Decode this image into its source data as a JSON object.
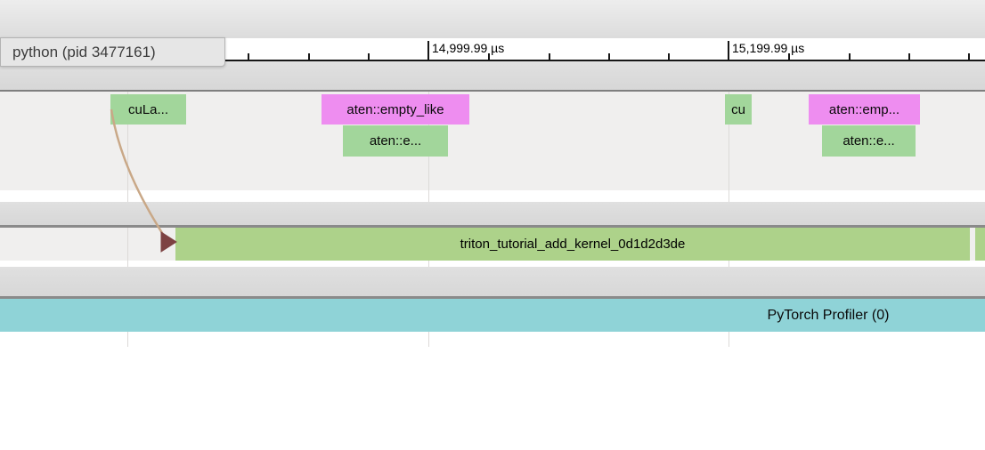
{
  "process_tab": {
    "label": "python (pid 3477161)"
  },
  "ruler": {
    "unit": "µs",
    "major_labels": [
      {
        "text": "14,999.99 µs"
      },
      {
        "text": "15,199.99 µs"
      }
    ]
  },
  "python_track": {
    "slices": [
      {
        "label": "cuLa...",
        "color": "#a2d69b"
      },
      {
        "label": "aten::empty_like",
        "color": "#ee8df0"
      },
      {
        "label": "aten::e...",
        "color": "#a2d69b"
      },
      {
        "label": "cu",
        "color": "#a2d69b"
      },
      {
        "label": "aten::emp...",
        "color": "#ee8df0"
      },
      {
        "label": "aten::e...",
        "color": "#a2d69b"
      }
    ]
  },
  "kernel_track": {
    "slices": [
      {
        "label": "triton_tutorial_add_kernel_0d1d2d3de",
        "color": "#add28a"
      },
      {
        "label": "",
        "color": "#add28a"
      }
    ]
  },
  "profiler_track": {
    "label": "PyTorch Profiler (0)",
    "color": "#8fd3d7"
  },
  "colors": {
    "slice_green": "#a2d69b",
    "slice_magenta": "#ee8df0",
    "kernel_green": "#add28a",
    "profiler_teal": "#8fd3d7",
    "group_band_grey": "#dcdcdc",
    "separator_grey": "#8a8a8a",
    "track_background": "#f0efee",
    "flow_arrow_tan": "#c9a887",
    "flow_arrowhead_maroon": "#7d4242"
  }
}
